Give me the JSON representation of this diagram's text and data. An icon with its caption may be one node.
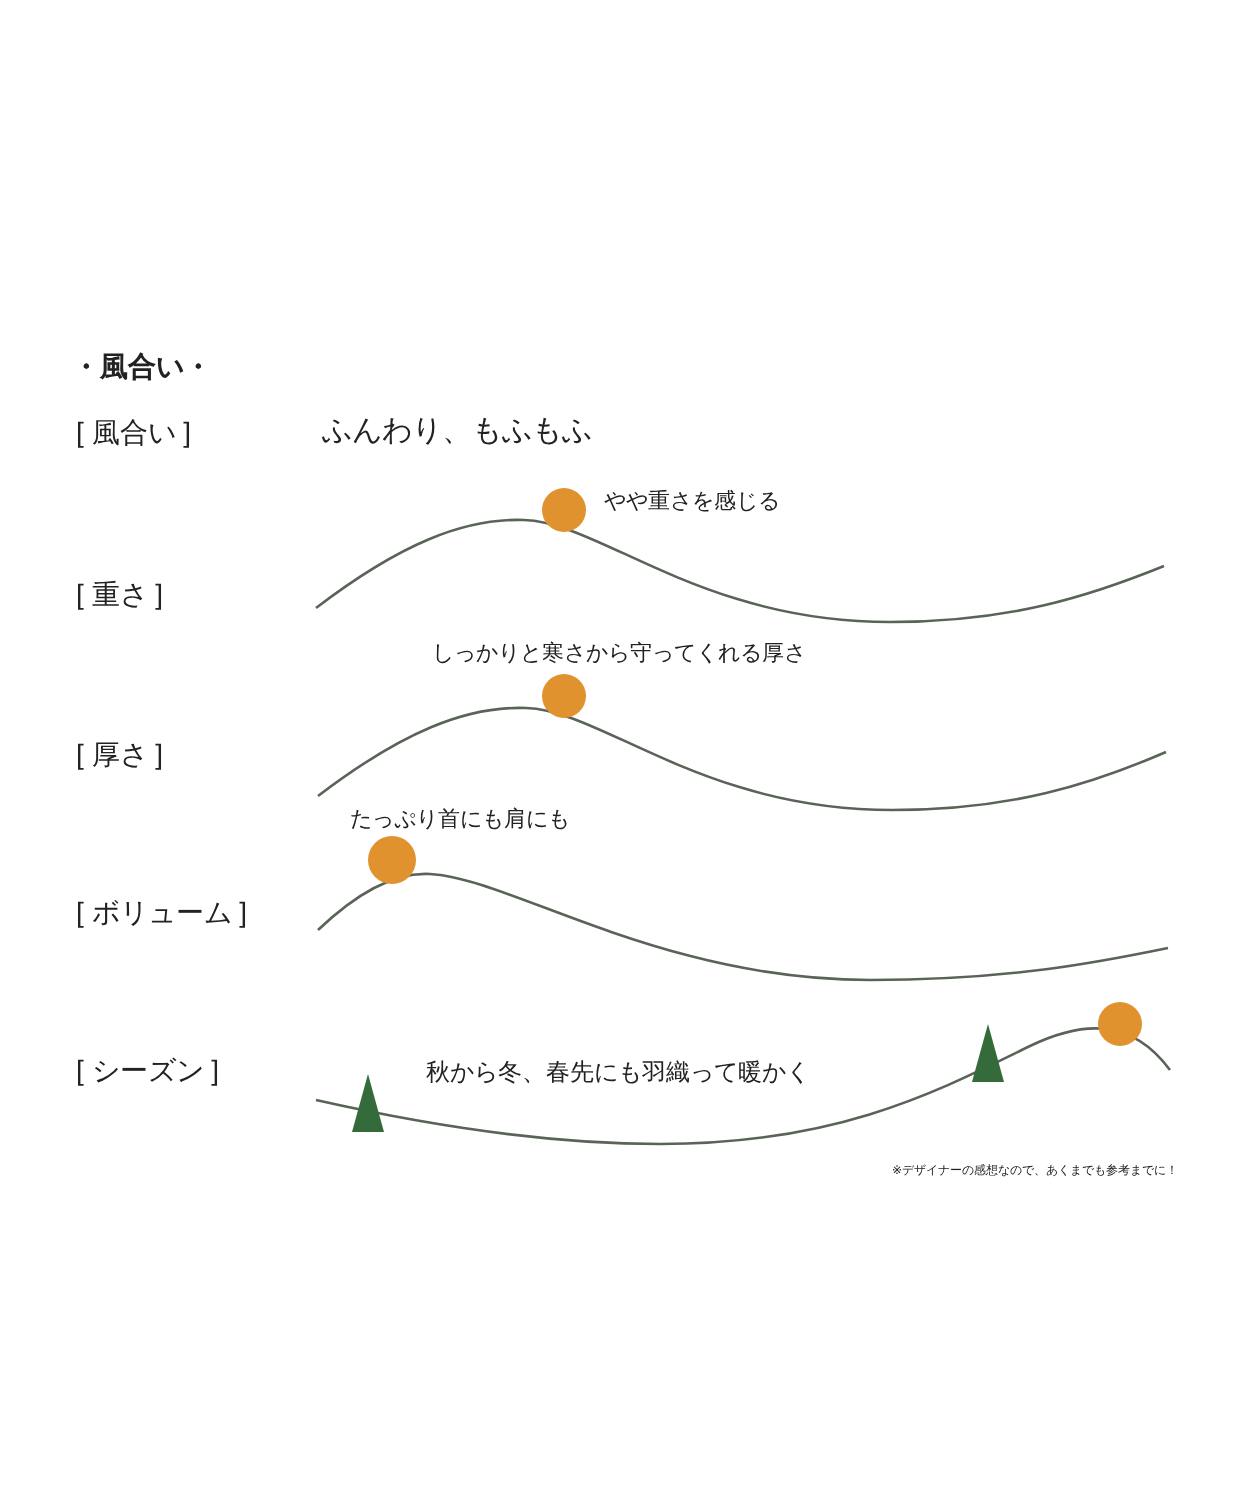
{
  "diagram": {
    "title": "・風合い・",
    "labels": [
      "[ 風合い ]",
      "ふんわり、もふもふ",
      "やや重さを感じる",
      "[ 重さ ]",
      "しっかりと寒さから守ってくれる厚さ",
      "[ 厚さ ]",
      "たっぷり首にも肩にも",
      "[ ボリューム ]",
      "[ シーズン ]",
      "秋から冬、春先にも羽織って暖かく",
      "※デザイナーの感想なので、あくまでも参考までに！"
    ]
  }
}
